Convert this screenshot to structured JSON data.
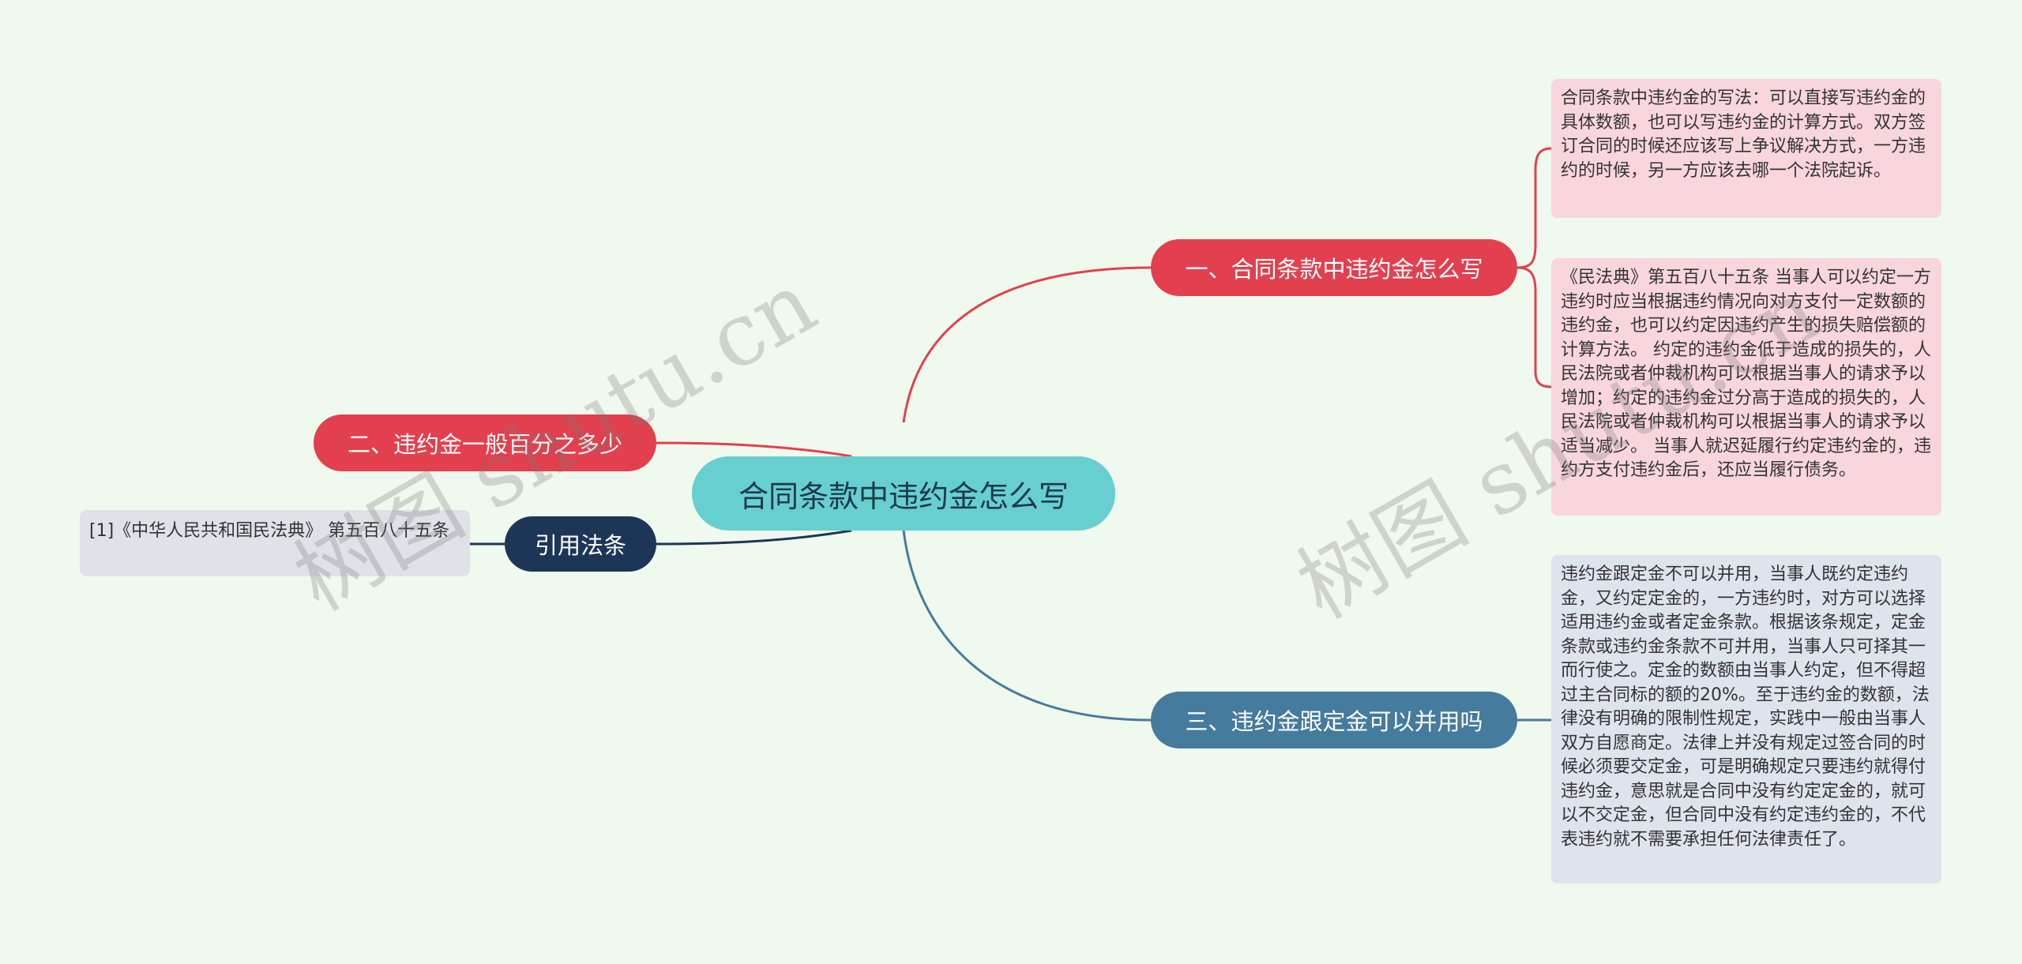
{
  "root": {
    "label": "合同条款中违约金怎么写"
  },
  "branches": [
    {
      "label": "一、合同条款中违约金怎么写",
      "leaves": [
        "合同条款中违约金的写法：可以直接写违约金的具体数额，也可以写违约金的计算方式。双方签订合同的时候还应该写上争议解决方式，一方违约的时候，另一方应该去哪一个法院起诉。",
        "《民法典》第五百八十五条 当事人可以约定一方违约时应当根据违约情况向对方支付一定数额的违约金，也可以约定因违约产生的损失赔偿额的计算方法。 约定的违约金低于造成的损失的，人民法院或者仲裁机构可以根据当事人的请求予以增加；约定的违约金过分高于造成的损失的，人民法院或者仲裁机构可以根据当事人的请求予以适当减少。 当事人就迟延履行约定违约金的，违约方支付违约金后，还应当履行债务。"
      ]
    },
    {
      "label": "二、违约金一般百分之多少",
      "leaves": []
    },
    {
      "label": "引用法条",
      "leaves": [
        "[1]《中华人民共和国民法典》 第五百八十五条"
      ]
    },
    {
      "label": "三、违约金跟定金可以并用吗",
      "leaves": [
        "违约金跟定金不可以并用，当事人既约定违约金，又约定定金的，一方违约时，对方可以选择适用违约金或者定金条款。根据该条规定，定金条款或违约金条款不可并用，当事人只可择其一而行使之。定金的数额由当事人约定，但不得超过主合同标的额的20%。至于违约金的数额，法律没有明确的限制性规定，实践中一般由当事人双方自愿商定。法律上并没有规定过签合同的时候必须要交定金，可是明确规定只要违约就得付违约金，意思就是合同中没有约定定金的，就可以不交定金，但合同中没有约定违约金的，不代表违约就不需要承担任何法律责任了。"
      ]
    }
  ],
  "watermarks": [
    "树图 shutu.cn",
    "树图 shutu.cn"
  ],
  "colors": {
    "background": "#f0f9ee",
    "root": "#67cfcf",
    "red_branch": "#e2404e",
    "navy_branch": "#1d3557",
    "blue_branch": "#457b9d",
    "pink_leaf": "#f8d6dc",
    "blue_leaf": "#dde4ec"
  }
}
